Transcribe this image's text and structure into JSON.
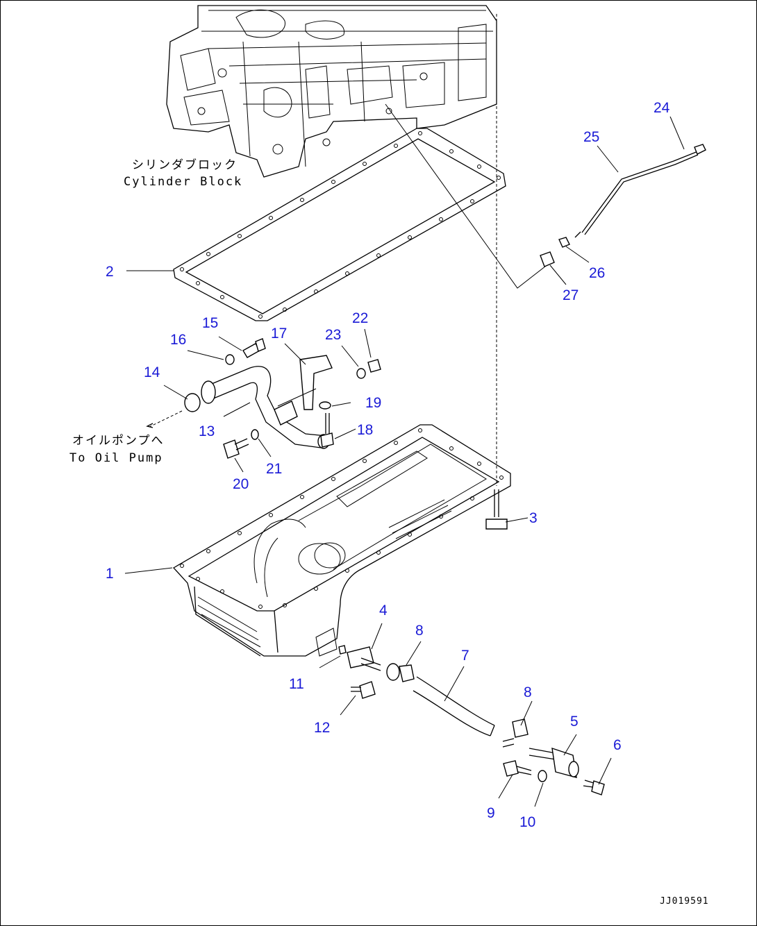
{
  "labels": {
    "cylinder_block_jp": "シリンダブロック",
    "cylinder_block_en": "Cylinder Block",
    "oil_pump_jp": "オイルポンプへ",
    "oil_pump_en": "To Oil Pump",
    "drawing_code": "JJ019591"
  },
  "callouts": [
    {
      "id": "c1",
      "text": "1"
    },
    {
      "id": "c2",
      "text": "2"
    },
    {
      "id": "c3",
      "text": "3"
    },
    {
      "id": "c4",
      "text": "4"
    },
    {
      "id": "c5",
      "text": "5"
    },
    {
      "id": "c6",
      "text": "6"
    },
    {
      "id": "c7",
      "text": "7"
    },
    {
      "id": "c8a",
      "text": "8"
    },
    {
      "id": "c8b",
      "text": "8"
    },
    {
      "id": "c9",
      "text": "9"
    },
    {
      "id": "c10",
      "text": "10"
    },
    {
      "id": "c11",
      "text": "11"
    },
    {
      "id": "c12",
      "text": "12"
    },
    {
      "id": "c13",
      "text": "13"
    },
    {
      "id": "c14",
      "text": "14"
    },
    {
      "id": "c15",
      "text": "15"
    },
    {
      "id": "c16",
      "text": "16"
    },
    {
      "id": "c17",
      "text": "17"
    },
    {
      "id": "c18",
      "text": "18"
    },
    {
      "id": "c19",
      "text": "19"
    },
    {
      "id": "c20",
      "text": "20"
    },
    {
      "id": "c21",
      "text": "21"
    },
    {
      "id": "c22",
      "text": "22"
    },
    {
      "id": "c23",
      "text": "23"
    },
    {
      "id": "c24",
      "text": "24"
    },
    {
      "id": "c25",
      "text": "25"
    },
    {
      "id": "c26",
      "text": "26"
    },
    {
      "id": "c27",
      "text": "27"
    }
  ],
  "colors": {
    "callout": "#1a1ad6",
    "line": "#000000"
  }
}
